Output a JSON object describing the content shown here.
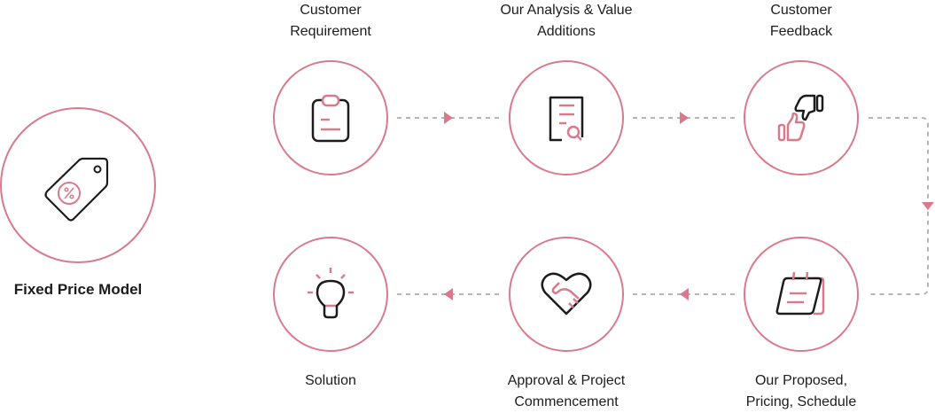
{
  "model": {
    "title": "Fixed Price Model",
    "icon": "price-tag-icon"
  },
  "steps": [
    {
      "line1": "Customer",
      "line2": "Requirement",
      "icon": "clipboard-icon"
    },
    {
      "line1": "Our Analysis & Value",
      "line2": "Additions",
      "icon": "document-search-icon"
    },
    {
      "line1": "Customer",
      "line2": "Feedback",
      "icon": "thumbs-up-down-icon"
    },
    {
      "line1": "Our Proposed,",
      "line2": "Pricing, Schedule",
      "icon": "calendar-icon"
    },
    {
      "line1": "Approval & Project",
      "line2": "Commencement",
      "icon": "heart-handshake-icon"
    },
    {
      "line1": "Solution",
      "line2": "",
      "icon": "lightbulb-icon"
    }
  ],
  "colors": {
    "accent": "#d97a8c",
    "stroke": "#1c1c1c",
    "connector": "#b5b5b5"
  }
}
